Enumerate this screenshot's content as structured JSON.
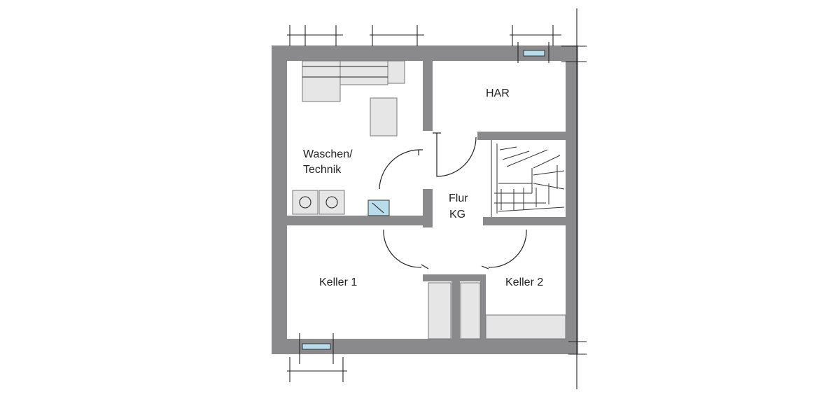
{
  "rooms": {
    "har": "HAR",
    "waschen_line1": "Waschen/",
    "waschen_line2": "Technik",
    "flur_line1": "Flur",
    "flur_line2": "KG",
    "keller1": "Keller 1",
    "keller2": "Keller 2"
  },
  "colors": {
    "wall": "#8a8a8c",
    "fixture": "#e6e6e6",
    "window": "#b9dcec",
    "line": "#222222"
  }
}
